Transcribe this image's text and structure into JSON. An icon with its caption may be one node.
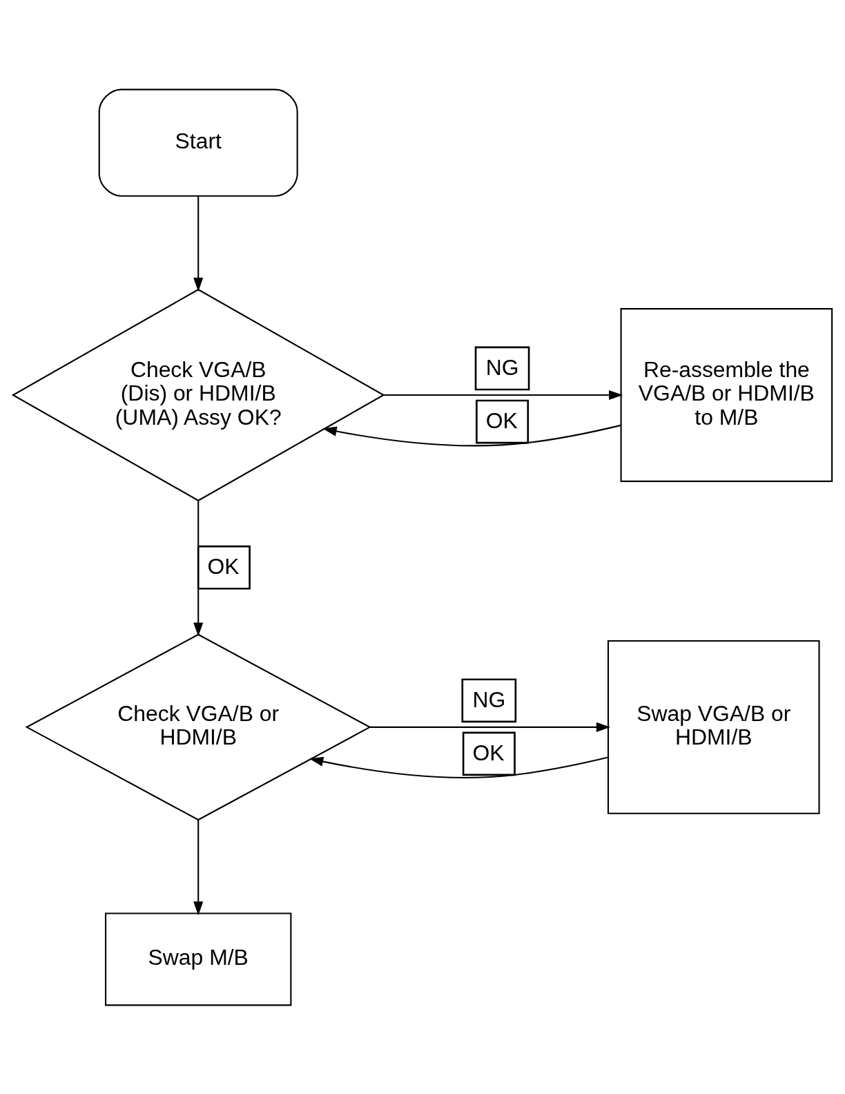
{
  "diagram": {
    "nodes": [
      {
        "text": [
          "Start"
        ]
      },
      {
        "text": [
          "Check VGA/B (Dis) or HDMI/B (UMA) Assy OK?"
        ]
      },
      {
        "text": [
          "Re-assemble the VGA/B or HDMI/B to M/B"
        ]
      },
      {
        "text": [
          "Check VGA/B or HDMI/B"
        ]
      },
      {
        "text": [
          "Swap VGA/B or HDMI/B"
        ]
      },
      {
        "text": [
          "Swap M/B"
        ]
      }
    ],
    "edges": [
      {
        "from": 0,
        "to": 1,
        "arrow": "to"
      },
      {
        "from": 1,
        "to": 2,
        "arrow": "to",
        "label": "NG"
      },
      {
        "from": 2,
        "to": 1,
        "arrow": "to",
        "label": "OK"
      },
      {
        "from": 1,
        "to": 3,
        "arrow": "to",
        "label": "OK"
      },
      {
        "from": 3,
        "to": 4,
        "arrow": "to",
        "label": "NG"
      },
      {
        "from": 4,
        "to": 3,
        "arrow": "to",
        "label": "OK"
      },
      {
        "from": 3,
        "to": 5,
        "arrow": "to"
      }
    ]
  }
}
